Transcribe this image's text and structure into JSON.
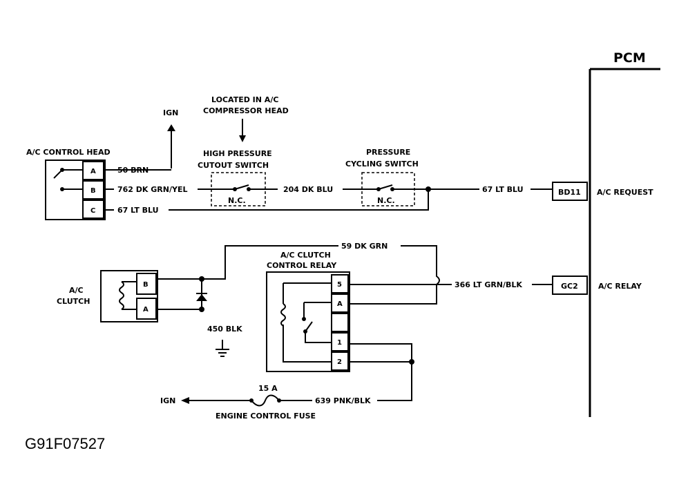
{
  "pcm": {
    "title": "PCM"
  },
  "ign_top": "IGN",
  "ac_control_head": {
    "title": "A/C CONTROL HEAD",
    "pins": [
      "A",
      "B",
      "C"
    ],
    "wires": [
      "50 BRN",
      "762 DK GRN/YEL",
      "67 LT BLU"
    ]
  },
  "located_note": [
    "LOCATED IN A/C",
    "COMPRESSOR HEAD"
  ],
  "high_pressure_switch": {
    "title": [
      "HIGH PRESSURE",
      "CUTOUT SWITCH"
    ],
    "state": "N.C."
  },
  "wire_204": "204 DK BLU",
  "pressure_cycling_switch": {
    "title": [
      "PRESSURE",
      "CYCLING SWITCH"
    ],
    "state": "N.C."
  },
  "wire_67_right": "67 LT BLU",
  "pcm_terminals": [
    {
      "id": "BD11",
      "label": "A/C REQUEST"
    },
    {
      "id": "GC2",
      "label": "A/C RELAY"
    }
  ],
  "wire_59": "59 DK GRN",
  "clutch_relay": {
    "title": [
      "A/C CLUTCH",
      "CONTROL RELAY"
    ],
    "pins": [
      "5",
      "A",
      "",
      "1",
      "2"
    ]
  },
  "wire_366": "366 LT GRN/BLK",
  "ac_clutch": {
    "title": [
      "A/C",
      "CLUTCH"
    ],
    "pins": [
      "B",
      "A"
    ]
  },
  "wire_450": "450 BLK",
  "fuse": {
    "rating": "15 A",
    "label": "ENGINE CONTROL FUSE"
  },
  "ign_bottom": "IGN",
  "wire_639": "639 PNK/BLK",
  "figure_code": "G91F07527"
}
